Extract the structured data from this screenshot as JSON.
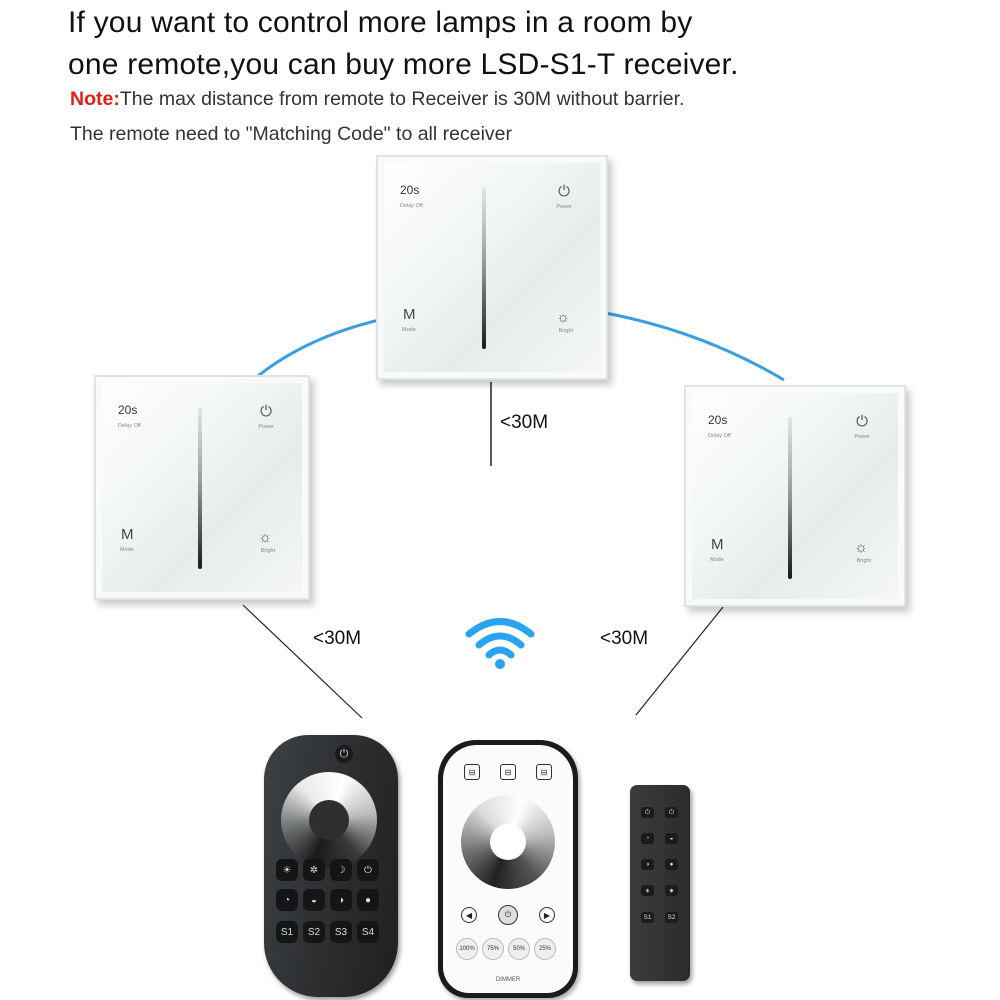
{
  "headline": {
    "line1": "If you want to control more lamps in a room by",
    "line2": "one remote,you can buy more LSD-S1-T receiver."
  },
  "note": {
    "label": "Note:",
    "line1": "The max distance from remote to Receiver is 30M without barrier.",
    "line2": "The remote need to \"Matching Code\" to all receiver"
  },
  "panel": {
    "timer": "20s",
    "timer_sub": "Delay Off",
    "power_sub": "Power",
    "mode": "M",
    "mode_sub": "Mode",
    "bright_sub": "Bright",
    "power_icon": "⏻",
    "bright_icon": "☼"
  },
  "distance_label": "<30M",
  "colors": {
    "link": "#3a9fe0",
    "wifi": "#29a4f0",
    "note_label": "#e0201a"
  },
  "icons": [
    "power-icon",
    "sun-icon",
    "wifi-icon"
  ],
  "remote_black": {
    "buttons": [
      "☀",
      "✲",
      "☽",
      "⏻",
      "◔",
      "◒",
      "◑",
      "●",
      "S1",
      "S2",
      "S3",
      "S4"
    ]
  },
  "remote_white": {
    "top_buttons": [
      "⊟",
      "⊟",
      "⊟"
    ],
    "nav": [
      "◀",
      "⏻",
      "▶"
    ],
    "levels": [
      "100%",
      "75%",
      "50%",
      "25%"
    ],
    "label": "DIMMER"
  },
  "remote_slim": {
    "buttons": [
      "⏻",
      "⏻",
      "◔",
      "◒",
      "◑",
      "●",
      "✶",
      "✷",
      "S1",
      "S2"
    ]
  }
}
